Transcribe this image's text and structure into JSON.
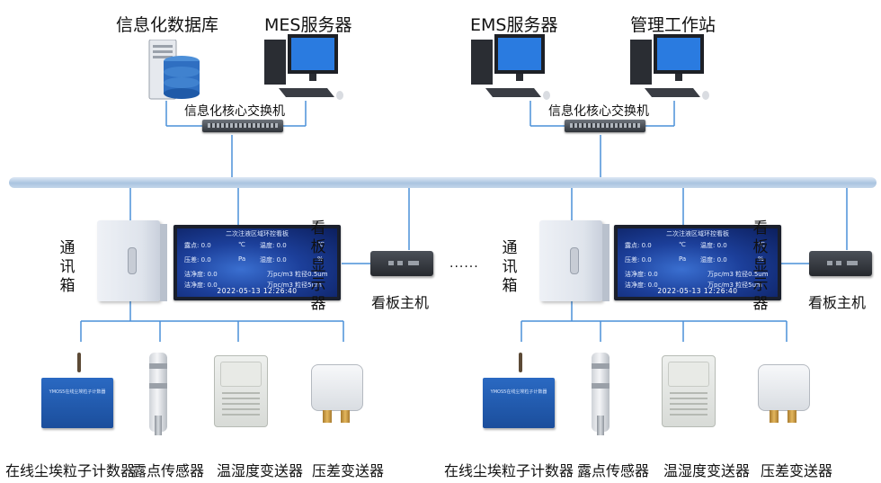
{
  "top_left": {
    "db_label": "信息化数据库",
    "mes_label": "MES服务器",
    "switch_label": "信息化核心交换机"
  },
  "top_right": {
    "ems_label": "EMS服务器",
    "ws_label": "管理工作站",
    "switch_label": "信息化核心交换机"
  },
  "comm_box_label": "通\n讯\n箱",
  "display_label": "看\n板\n显\n示\n器",
  "host_label": "看板主机",
  "ellipsis": "......",
  "dashboard": {
    "title": "二次注液区域环控看板",
    "r1a": "露点: 0.0",
    "r1b": "℃",
    "r1c": "温度: 0.0",
    "r1d": "℃",
    "r2a": "压差: 0.0",
    "r2b": "Pa",
    "r2c": "湿度: 0.0",
    "r2d": "%",
    "r3a": "洁净度: 0.0",
    "r3b": "万pc/m3 粒径0.5um",
    "r4a": "洁净度: 0.0",
    "r4b": "万pc/m3 粒径5um",
    "time": "2022-05-13 12:26:40"
  },
  "device_labels": {
    "particle": "在线尘埃粒子计数器",
    "dewpoint": "露点传感器",
    "th": "温湿度变送器",
    "dp": "压差变送器"
  },
  "colors": {
    "wire": "#4a90d9",
    "bus_light": "#dde8f4",
    "bus_dark": "#aac4e0"
  },
  "icons": [
    "database-server-icon",
    "desktop-pc-icon",
    "network-switch-icon",
    "cabinet-icon",
    "dashboard-screen-icon",
    "mini-pc-icon",
    "particle-counter-icon",
    "dewpoint-probe-icon",
    "th-transmitter-icon",
    "dp-transmitter-icon"
  ]
}
